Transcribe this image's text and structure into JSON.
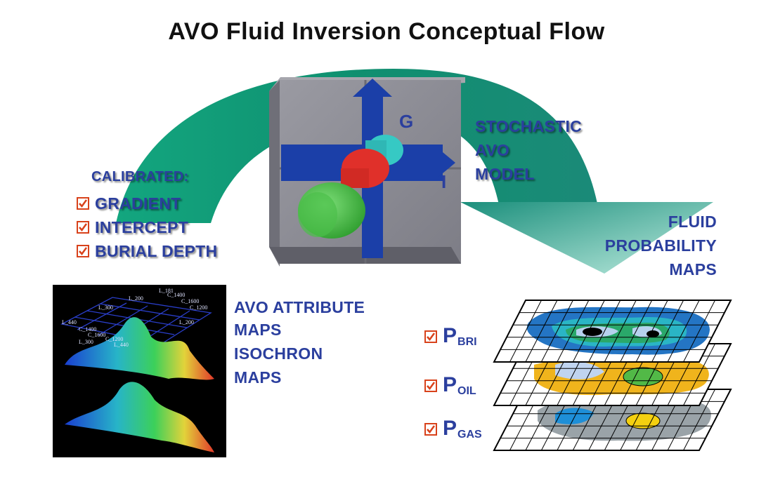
{
  "title": "AVO Fluid Inversion Conceptual Flow",
  "calibrated": {
    "heading": "CALIBRATED:",
    "items": [
      "GRADIENT",
      "INTERCEPT",
      "BURIAL DEPTH"
    ]
  },
  "stochastic": {
    "line1": "STOCHASTIC",
    "line2": "AVO",
    "line3": "MODEL"
  },
  "axes": {
    "g": "G",
    "i": "I"
  },
  "fluid": {
    "line1": "FLUID",
    "line2": "PROBABILITY",
    "line3": "MAPS"
  },
  "attribute": {
    "line1": "AVO ATTRIBUTE",
    "line2": "MAPS",
    "line3": "ISOCHRON",
    "line4": "MAPS"
  },
  "probabilities": [
    {
      "p": "P",
      "sub": "BRI"
    },
    {
      "p": "P",
      "sub": "OIL"
    },
    {
      "p": "P",
      "sub": "GAS"
    }
  ],
  "grid_labels": [
    "L_181",
    "L_200",
    "C_1400",
    "C_1600",
    "L_300",
    "C_1200",
    "L_440",
    "C_1400",
    "C_1600",
    "L_300",
    "L_200",
    "C_1200",
    "L_440"
  ],
  "colors": {
    "arrow": "#1aa784",
    "text": "#2b3f9e",
    "check": "#d8421b",
    "box": "#8e8e96",
    "cross": "#1b3fa8"
  }
}
